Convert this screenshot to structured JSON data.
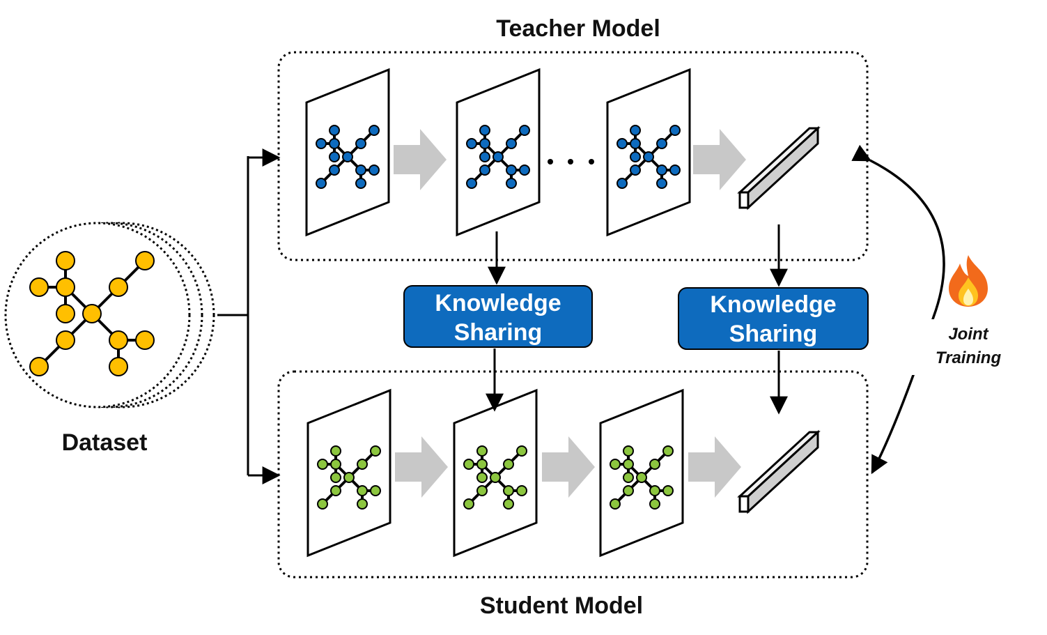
{
  "teacher": {
    "title": "Teacher Model",
    "node_color": "#0E6BBE"
  },
  "student": {
    "title": "Student Model",
    "node_color": "#8CC63F"
  },
  "dataset": {
    "label": "Dataset",
    "node_color": "#FFBF00"
  },
  "knowledge_sharing": [
    {
      "line1": "Knowledge",
      "line2": "Sharing"
    },
    {
      "line1": "Knowledge",
      "line2": "Sharing"
    }
  ],
  "joint_training": {
    "line1": "Joint",
    "line2": "Training",
    "icon": "fire-icon"
  },
  "colors": {
    "ks_box": "#0E6BBE",
    "flow_arrow": "#C8C8C8"
  }
}
